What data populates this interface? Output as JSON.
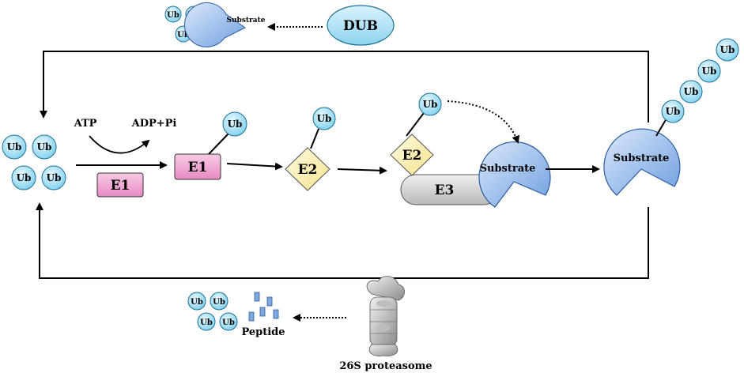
{
  "labels": {
    "ub": "Ub",
    "substrate": "Substrate",
    "dub": "DUB",
    "atp": "ATP",
    "adp_pi": "ADP+Pi",
    "e1": "E1",
    "e2": "E2",
    "e3": "E3",
    "peptide": "Peptide",
    "proteasome": "26S proteasome"
  },
  "colors": {
    "ub_fill": "#9edcf2",
    "substrate_fill": "#8fb4e6",
    "e1_fill": "#f2a7d4",
    "e2_fill": "#fbefb0",
    "e3_fill": "#d6d6d6",
    "peptide_fill": "#7fa8dc"
  },
  "icons": [
    "ubiquitin-circle",
    "substrate-pacman",
    "dub-ellipse",
    "proteasome-illustration"
  ]
}
